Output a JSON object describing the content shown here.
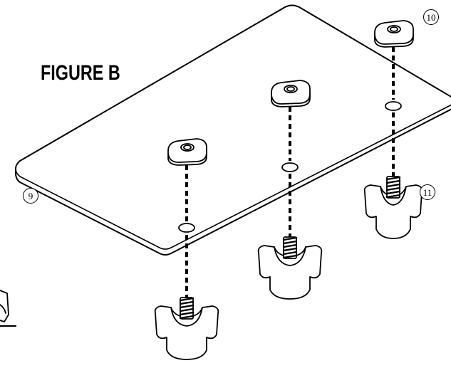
{
  "figure": {
    "title": "FIGURE B",
    "callouts": {
      "plate": "9",
      "t_nut": "10",
      "knob": "11"
    }
  }
}
